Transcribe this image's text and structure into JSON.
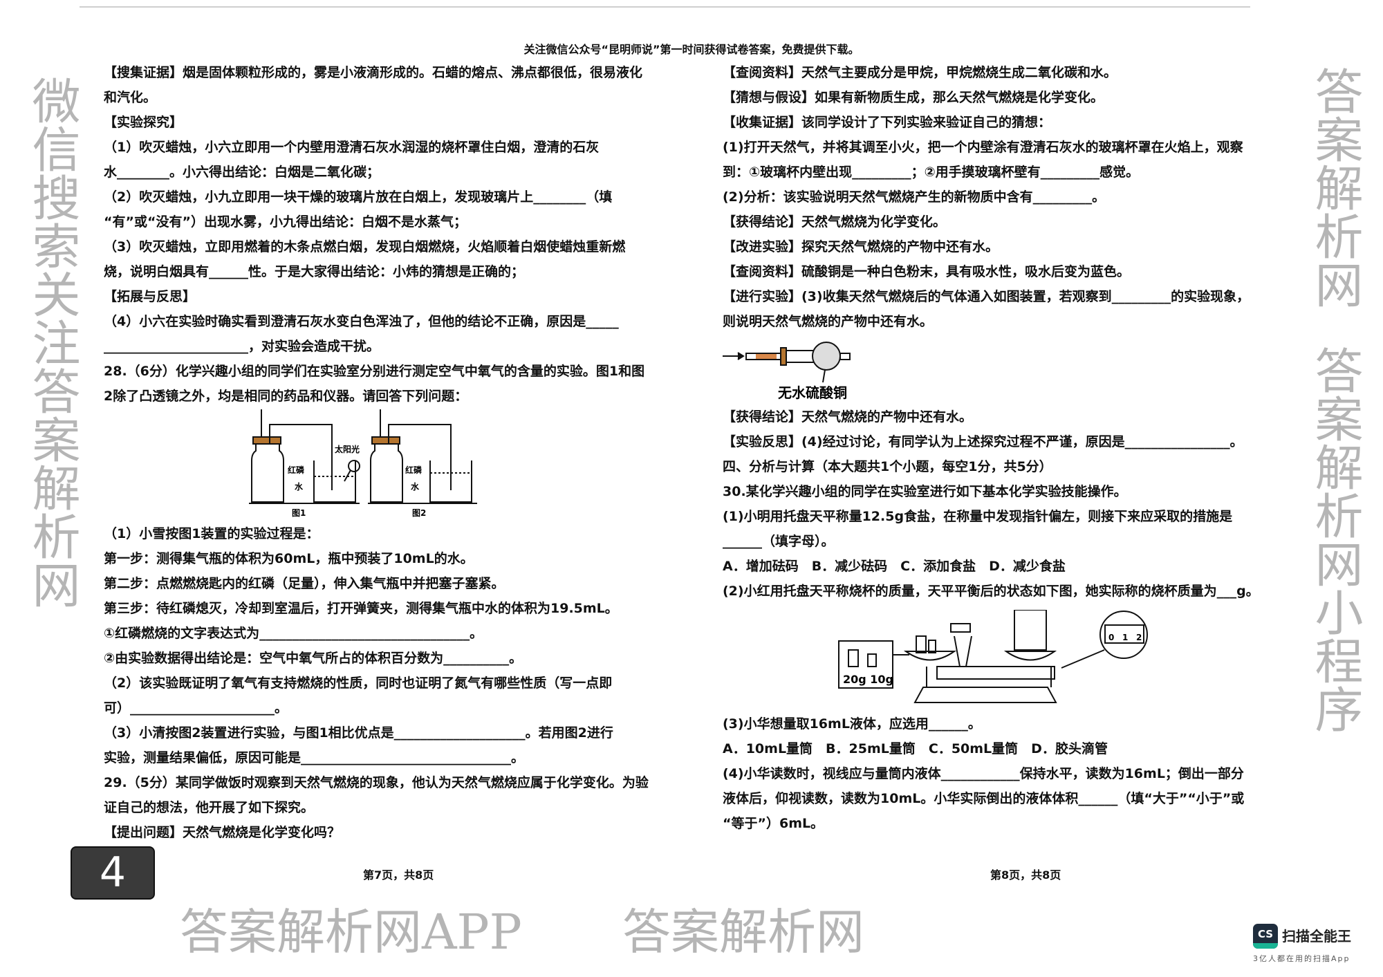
{
  "header": "关注微信公众号“昆明师说”第一时间获得试卷答案，免费提供下载。",
  "left": {
    "lines_a": [
      "【搜集证据】烟是固体颗粒形成的，雾是小液滴形成的。石蜡的熔点、沸点都很低，很易液化",
      "和汽化。",
      "【实验探究】",
      "（1）吹灭蜡烛，小六立即用一个内壁用澄清石灰水润湿的烧杯罩住白烟，澄清的石灰",
      "水________。小六得出结论：白烟是二氧化碳；",
      "（2）吹灭蜡烛，小九立即用一块干燥的玻璃片放在白烟上，发现玻璃片上________（填",
      "“有”或“没有”）出现水雾，小九得出结论：白烟不是水蒸气；",
      "（3）吹灭蜡烛，立即用燃着的木条点燃白烟，发现白烟燃烧，火焰顺着白烟使蜡烛重新燃",
      "烧，说明白烟具有______性。于是大家得出结论：小炜的猜想是正确的；",
      "【拓展与反思】",
      "（4）小六在实验时确实看到澄清石灰水变白色浑浊了，但他的结论不正确，原因是_____",
      "______________________，对实验会造成干扰。",
      "28.（6分）化学兴趣小组的同学们在实验室分别进行测定空气中氧气的含量的实验。图1和图",
      "2除了凸透镜之外，均是相同的药品和仪器。请回答下列问题："
    ],
    "figure": {
      "fig1_label": "图1",
      "fig2_label": "图2",
      "red_phosphorus": "红磷",
      "water": "水",
      "sunlight": "太阳光"
    },
    "lines_b": [
      "（1）小雪按图1装置的实验过程是：",
      "第一步：测得集气瓶的体积为60mL，瓶中预装了10mL的水。",
      "第二步：点燃燃烧匙内的红磷（足量），伸入集气瓶中并把塞子塞紧。",
      "第三步：待红磷熄灭，冷却到室温后，打开弹簧夹，测得集气瓶中水的体积为19.5mL。",
      "①红磷燃烧的文字表达式为________________________________。",
      "②由实验数据得出结论是：空气中氧气所占的体积百分数为__________。",
      "（2）该实验既证明了氧气有支持燃烧的性质，同时也证明了氮气有哪些性质（写一点即",
      "可）______________________。",
      "（3）小清按图2装置进行实验，与图1相比优点是____________________。若用图2进行",
      "实验，测量结果偏低，原因可能是________________________________。",
      "29.（5分）某同学做饭时观察到天然气燃烧的现象，他认为天然气燃烧应属于化学变化。为验",
      "证自己的想法，他开展了如下探究。",
      "【提出问题】天然气燃烧是化学变化吗？"
    ],
    "footer": "第7页，共8页"
  },
  "right": {
    "lines_a": [
      "【查阅资料】天然气主要成分是甲烷，甲烷燃烧生成二氧化碳和水。",
      "【猜想与假设】如果有新物质生成，那么天然气燃烧是化学变化。",
      "【收集证据】该同学设计了下列实验来验证自己的猜想：",
      "(1)打开天然气，并将其调至小火，把一个内壁涂有澄清石灰水的玻璃杯罩在火焰上，观察",
      "到：①玻璃杯内壁出现_________；②用手摸玻璃杯壁有_________感觉。",
      "(2)分析：该实验说明天然气燃烧产生的新物质中含有_________。",
      "【获得结论】天然气燃烧为化学变化。",
      "【改进实验】探究天然气燃烧的产物中还有水。",
      "【查阅资料】硫酸铜是一种白色粉末，具有吸水性，吸水后变为蓝色。",
      "【进行实验】(3)收集天然气燃烧后的气体通入如图装置，若观察到_________的实验现象，",
      "则说明天然气燃烧的产物中还有水。"
    ],
    "tube_label": "无水硫酸铜",
    "lines_b": [
      "【获得结论】天然气燃烧的产物中还有水。",
      "【实验反思】(4)经过讨论，有同学认为上述探究过程不严谨，原因是________________。",
      "四、分析与计算（本大题共1个小题，每空1分，共5分）",
      "30.某化学兴趣小组的同学在实验室进行如下基本化学实验技能操作。",
      "(1)小明用托盘天平称量12.5g食盐，在称量中发现指针偏左，则接下来应采取的措施是",
      "______（填字母）。",
      "A．增加砝码　B．减少砝码　C．添加食盐　D．减少食盐",
      "(2)小红用托盘天平称烧杯的质量，天平平衡后的状态如下图，她实际称的烧杯质量为___g。"
    ],
    "balance": {
      "weight_labels": "20g 10g",
      "scale_0": "0",
      "scale_1": "1",
      "scale_2": "2"
    },
    "lines_c": [
      "(3)小华想量取16mL液体，应选用______。",
      "A．10mL量筒　B．25mL量筒　C．50mL量筒　D．胶头滴管",
      "(4)小华读数时，视线应与量筒内液体____________保持水平，读数为16mL；倒出一部分",
      "液体后，仰视读数，读数为10mL。小华实际倒出的液体体积______（填“大于”“小于”或",
      "“等于”）6mL。"
    ],
    "footer": "第8页，共8页"
  },
  "page_badge": "4",
  "watermarks": [
    "答案解析网",
    "答案解析网APP",
    "微信搜索关注答案解析网",
    "答案解析网小程序",
    "答案解析网"
  ],
  "scanner": {
    "logo": "CS",
    "name": "扫描全能王",
    "tagline": "3亿人都在用的扫描App"
  }
}
